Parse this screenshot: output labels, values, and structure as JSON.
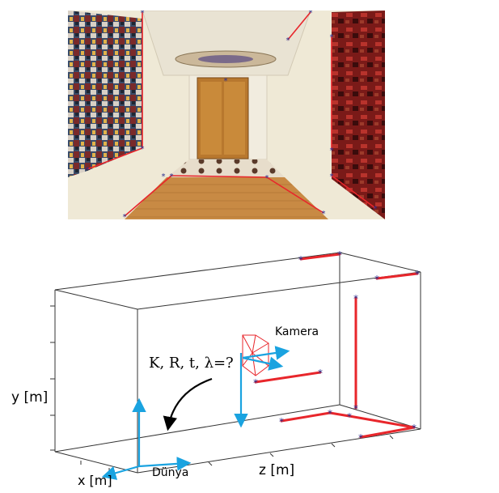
{
  "labels": {
    "y_axis": "y [m]",
    "x_axis": "x [m]",
    "z_axis": "z [m]",
    "world": "Dünya",
    "camera": "Kamera",
    "unknowns": "K, R, t, λ=?"
  },
  "colors": {
    "edge_line": "#e8262b",
    "corner_marker": "#2b2f8f",
    "axis_arrow": "#1aa3e0",
    "camera_frustum": "#e8262b",
    "curved_arrow": "#000000",
    "wall_cream": "#efe9d6",
    "floor_wood": "#c88a44",
    "door": "#b8782e"
  },
  "icons": {
    "corner_marker": "asterisk-marker",
    "camera": "camera-frustum-icon"
  }
}
